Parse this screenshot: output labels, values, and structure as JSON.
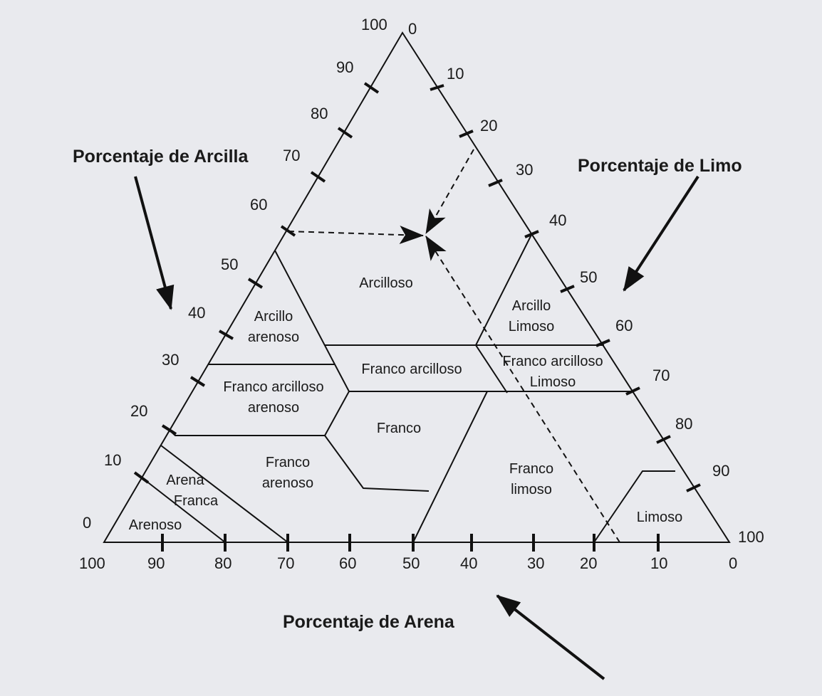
{
  "diagram": {
    "axes": {
      "clay": {
        "title": "Porcentaje de Arcilla",
        "ticks": [
          "0",
          "10",
          "20",
          "30",
          "40",
          "50",
          "60",
          "70",
          "80",
          "90",
          "100"
        ]
      },
      "silt": {
        "title": "Porcentaje de Limo",
        "ticks": [
          "0",
          "10",
          "20",
          "30",
          "40",
          "50",
          "60",
          "70",
          "80",
          "90",
          "100"
        ]
      },
      "sand": {
        "title": "Porcentaje de Arena",
        "ticks": [
          "100",
          "90",
          "80",
          "70",
          "60",
          "50",
          "40",
          "30",
          "20",
          "10",
          "0"
        ]
      }
    },
    "regions": [
      {
        "id": "arcilloso",
        "lines": [
          "Arcilloso"
        ]
      },
      {
        "id": "arcillo-arenoso",
        "lines": [
          "Arcillo",
          "arenoso"
        ]
      },
      {
        "id": "arcillo-limoso",
        "lines": [
          "Arcillo",
          "Limoso"
        ]
      },
      {
        "id": "franco-arcilloso",
        "lines": [
          "Franco arcilloso"
        ]
      },
      {
        "id": "franco-arcilloso-arenoso",
        "lines": [
          "Franco arcilloso",
          "arenoso"
        ]
      },
      {
        "id": "franco-arcilloso-limoso",
        "lines": [
          "Franco arcilloso",
          "Limoso"
        ]
      },
      {
        "id": "franco",
        "lines": [
          "Franco"
        ]
      },
      {
        "id": "franco-arenoso",
        "lines": [
          "Franco",
          "arenoso"
        ]
      },
      {
        "id": "franco-limoso",
        "lines": [
          "Franco",
          "limoso"
        ]
      },
      {
        "id": "arena-franca",
        "lines": [
          "Arena",
          "Franca"
        ]
      },
      {
        "id": "arenoso",
        "lines": [
          "Arenoso"
        ]
      },
      {
        "id": "limoso",
        "lines": [
          "Limoso"
        ]
      }
    ]
  }
}
